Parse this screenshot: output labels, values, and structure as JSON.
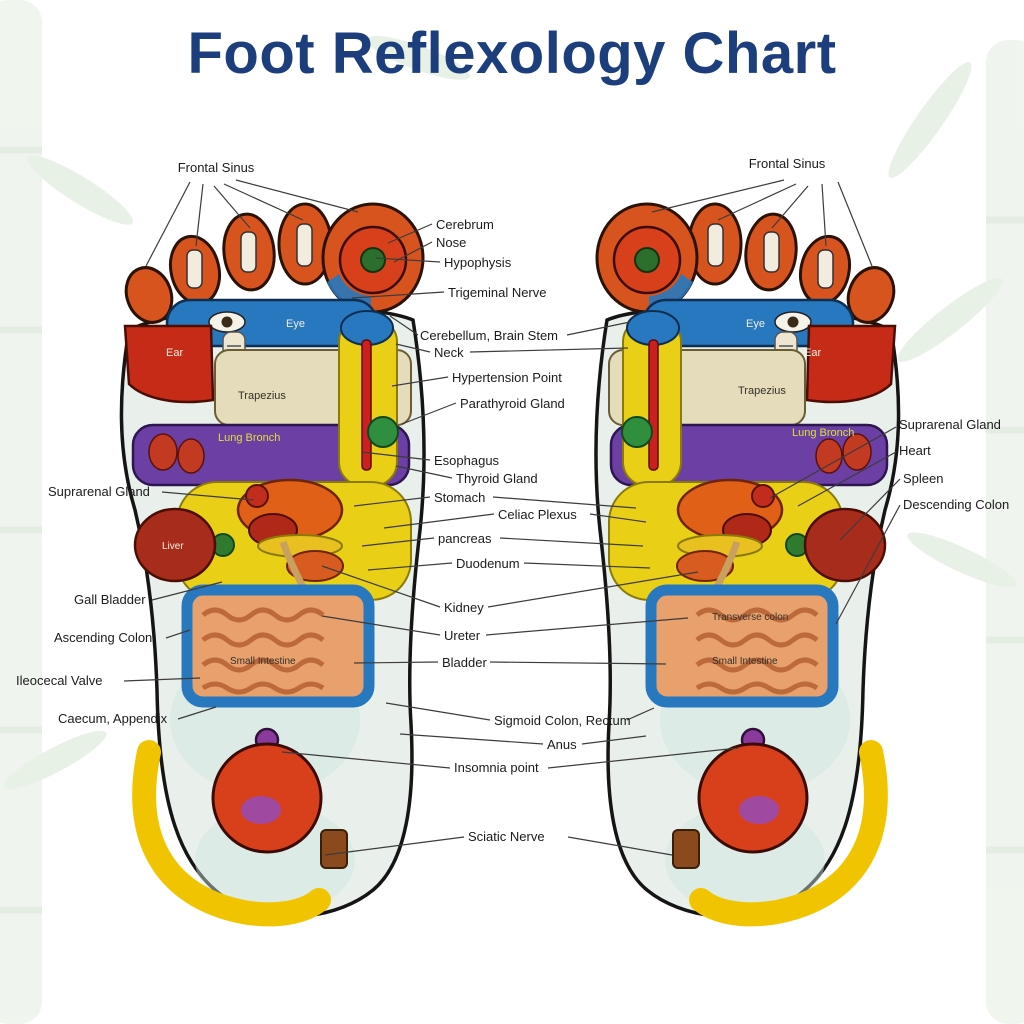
{
  "title": "Foot Reflexology Chart",
  "labels": {
    "frontal_sinus_left": "Frontal Sinus",
    "frontal_sinus_right": "Frontal Sinus",
    "cerebrum": "Cerebrum",
    "nose": "Nose",
    "hypophysis": "Hypophysis",
    "trigeminal_nerve": "Trigeminal Nerve",
    "cerebellum_brain_stem": "Cerebellum, Brain Stem",
    "neck": "Neck",
    "hypertension_point": "Hypertension Point",
    "parathyroid_gland": "Parathyroid Gland",
    "esophagus": "Esophagus",
    "thyroid_gland": "Thyroid Gland",
    "stomach": "Stomach",
    "celiac_plexus": "Celiac Plexus",
    "pancreas": "pancreas",
    "duodenum": "Duodenum",
    "kidney": "Kidney",
    "ureter": "Ureter",
    "bladder": "Bladder",
    "sigmoid_colon_rectum": "Sigmoid Colon, Rectum",
    "anus": "Anus",
    "insomnia_point": "Insomnia  point",
    "sciatic_nerve": "Sciatic  Nerve",
    "suprarenal_gland_left": "Suprarenal Gland",
    "gall_bladder": "Gall Bladder",
    "ascending_colon": "Ascending Colon",
    "ileocecal_valve": "Ileocecal Valve",
    "caecum_appendix": "Caecum, Appendix",
    "suprarenal_gland_right": "Suprarenal Gland",
    "heart": "Heart",
    "spleen": "Spleen",
    "descending_colon": "Descending Colon"
  },
  "foot_labels": {
    "eye_left": "Eye",
    "ear_left": "Ear",
    "trapezius_left": "Trapezius",
    "lung_bronch_left": "Lung Bronch",
    "liver": "Liver",
    "small_intestine_left": "Small Intestine",
    "eye_right": "Eye",
    "ear_right": "Ear",
    "trapezius_right": "Trapezius",
    "lung_bronch_right": "Lung Bronch",
    "transverse_colon": "Transverse colon",
    "small_intestine_right": "Small Intestine"
  },
  "colors": {
    "title": "#1c3e7c",
    "foot_base": "#e9f0ec",
    "toe_orange": "#d8541e",
    "eye_band_blue": "#2778be",
    "ear_red": "#c62b17",
    "trapezius_tan": "#e4dcba",
    "lung_purple": "#6b3fa3",
    "yellow_zone": "#e9cf16",
    "stomach_orange": "#e06018",
    "liver_red": "#a82c1c",
    "intestine_salmon": "#e8a06c",
    "colon_blue": "#2778be",
    "heel_red": "#d8401c",
    "insomnia_purple": "#8a3a9a",
    "sciatic_yellow": "#f0c500",
    "bamboo_green": "#cfe3cb"
  }
}
